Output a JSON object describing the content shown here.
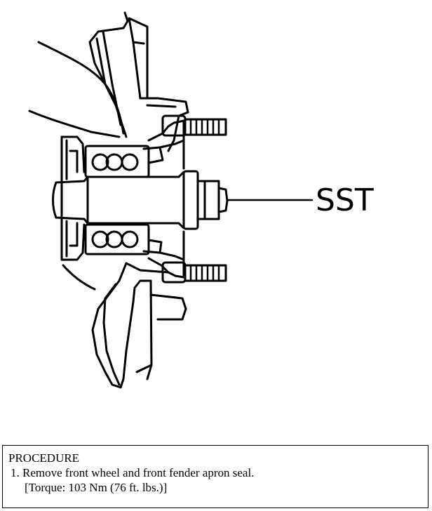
{
  "figure": {
    "callout_label": "SST"
  },
  "procedure": {
    "heading": "PROCEDURE",
    "step_1": "1. Remove front wheel and front fender apron seal.",
    "torque_note": "[Torque: 103 Nm (76 ft. lbs.)]"
  }
}
